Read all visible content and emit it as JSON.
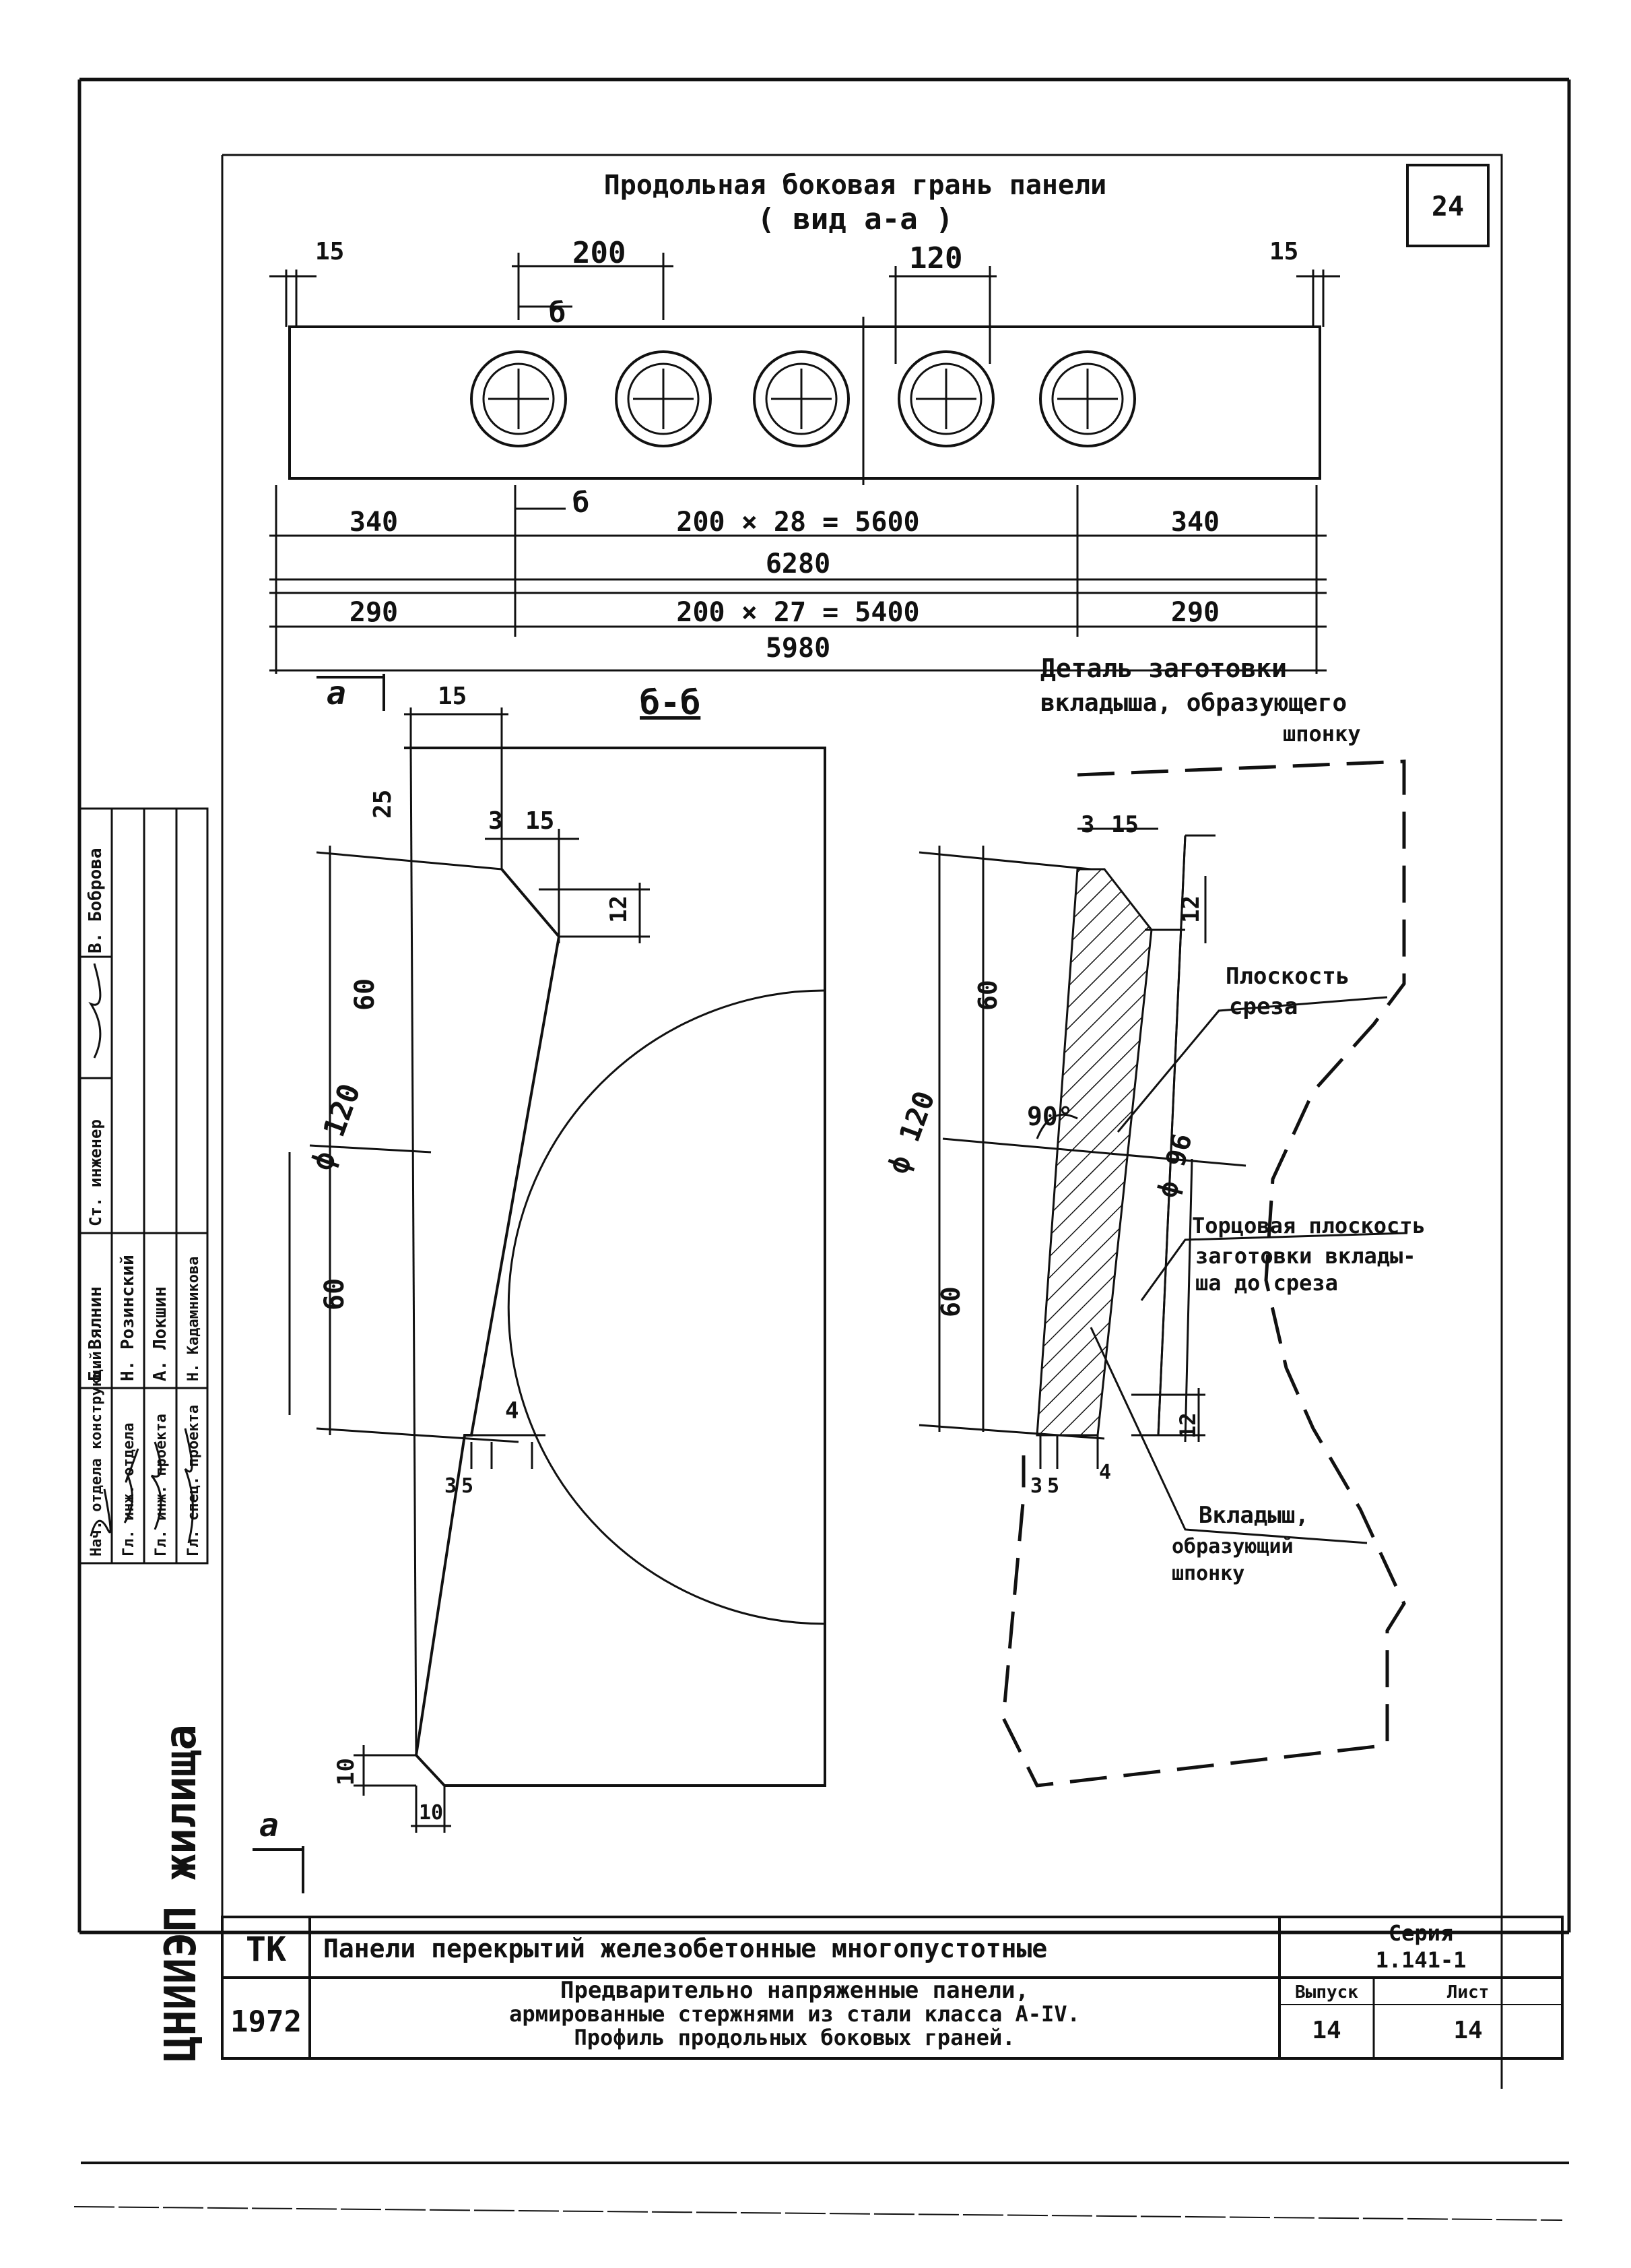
{
  "sheet_number": "24",
  "top_view": {
    "title_line1": "Продольная боковая грань панели",
    "title_line2": "( вид а-а )",
    "dims": {
      "edge_left": "15",
      "edge_right": "15",
      "pitch": "200",
      "hole": "120",
      "section_mark_1": "б",
      "section_mark_2": "б",
      "row1_left": "340",
      "row1_mid": "200 × 28 = 5600",
      "row1_right": "340",
      "row1_total": "6280",
      "row2_left": "290",
      "row2_mid": "200 × 27 = 5400",
      "row2_right": "290",
      "row2_total": "5980"
    }
  },
  "section": {
    "label": "б-б",
    "view_mark_top": "а",
    "view_mark_bottom": "а",
    "dims": {
      "d15": "15",
      "d25": "25",
      "d3": "3",
      "d15b": "15",
      "d12": "12",
      "d60a": "60",
      "d60b": "60",
      "dia": "ф 120",
      "d4": "4",
      "d3b": "3",
      "d5": "5",
      "d10a": "10",
      "d10b": "10"
    }
  },
  "detail": {
    "title_line1": "Деталь заготовки",
    "title_line2": "вкладыша, образующего",
    "title_line3": "шпонку",
    "dims": {
      "d3": "3",
      "d15": "15",
      "d12a": "12",
      "d60a": "60",
      "d60b": "60",
      "dia": "ф 120",
      "dia96": "ф 96",
      "angle": "90°",
      "d12b": "12",
      "d3b": "3",
      "d5": "5",
      "d4": "4"
    },
    "callouts": {
      "cut_plane_1": "Плоскость",
      "cut_plane_2": "среза",
      "end_plane_1": "Торцовая плоскость",
      "end_plane_2": "заготовки вклады-",
      "end_plane_3": "ша до среза",
      "insert_1": "Вкладыш,",
      "insert_2": "образующий",
      "insert_3": "шпонку"
    }
  },
  "signatures": {
    "roles": [
      "Нач. отдела конструкций",
      "Гл. инж. отдела",
      "Гл. инж. проекта",
      "Гл. спец. проекта"
    ],
    "names": [
      "Б. Вялнин",
      "Н. Розинский",
      "А. Локшин",
      "Н. Кадамникова"
    ],
    "extra_role": "Ст. инженер",
    "extra_name": "В. Боброва"
  },
  "org_logo": "ЦНИИЭП жилища",
  "title_block": {
    "code": "ТК",
    "year": "1972",
    "title": "Панели перекрытий железобетонные многопустотные",
    "subtitle_1": "Предварительно напряженные панели,",
    "subtitle_2": "армированные стержнями из стали класса А-IV.",
    "subtitle_3": "Профиль продольных боковых граней.",
    "series_label": "Серия",
    "series_value": "1.141-1",
    "issue_label": "Выпуск",
    "issue_value": "14",
    "sheet_label": "Лист",
    "sheet_value": "14"
  }
}
